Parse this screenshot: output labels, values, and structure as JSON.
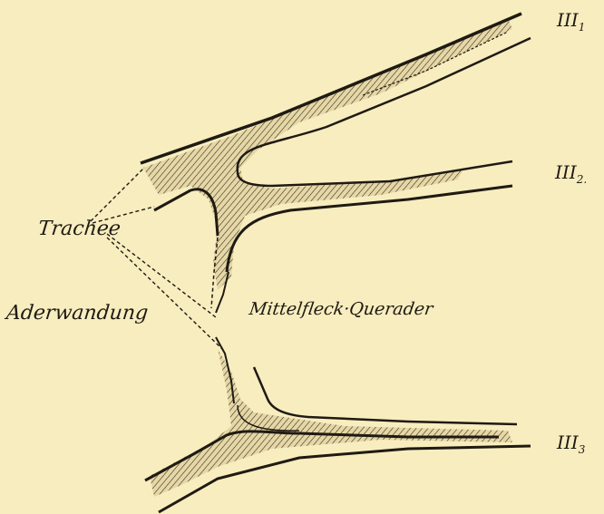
{
  "labels": {
    "trachee": "Trachee",
    "aderwandung": "Aderwandung",
    "mittelfleck": "Mittelfleck·Querader",
    "vein1": {
      "roman": "III",
      "sub": "1"
    },
    "vein2": {
      "roman": "III",
      "sub": "2."
    },
    "vein3": {
      "roman": "III",
      "sub": "3"
    }
  },
  "colors": {
    "paper": "#f8edbf",
    "ink": "#1f1a12",
    "hatch": "#e0d2a3"
  }
}
